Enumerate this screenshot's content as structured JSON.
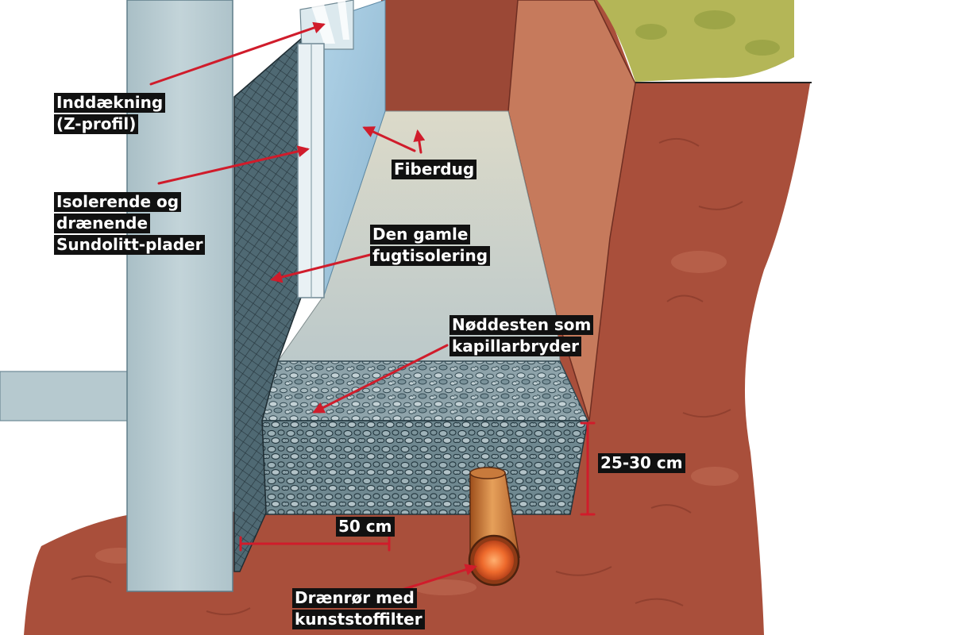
{
  "labels": {
    "z_profile": [
      "Inddækning",
      "(Z-profil)"
    ],
    "fiber_cloth": [
      "Fiberdug"
    ],
    "insulation": [
      "Isolerende og",
      "drænende",
      "Sundolitt-plader"
    ],
    "damp_proofing": [
      "Den gamle",
      "fugtisolering"
    ],
    "gravel": [
      "Nøddesten som",
      "kapillarbryder"
    ],
    "height_dimension": [
      "25-30 cm"
    ],
    "width_dimension": [
      "50 cm"
    ],
    "drain_pipe": [
      "Drænrør med",
      "kunststoffilter"
    ]
  },
  "colors": {
    "arrow": "#d01c2b",
    "label_background": "#111111",
    "label_text": "#ffffff"
  }
}
